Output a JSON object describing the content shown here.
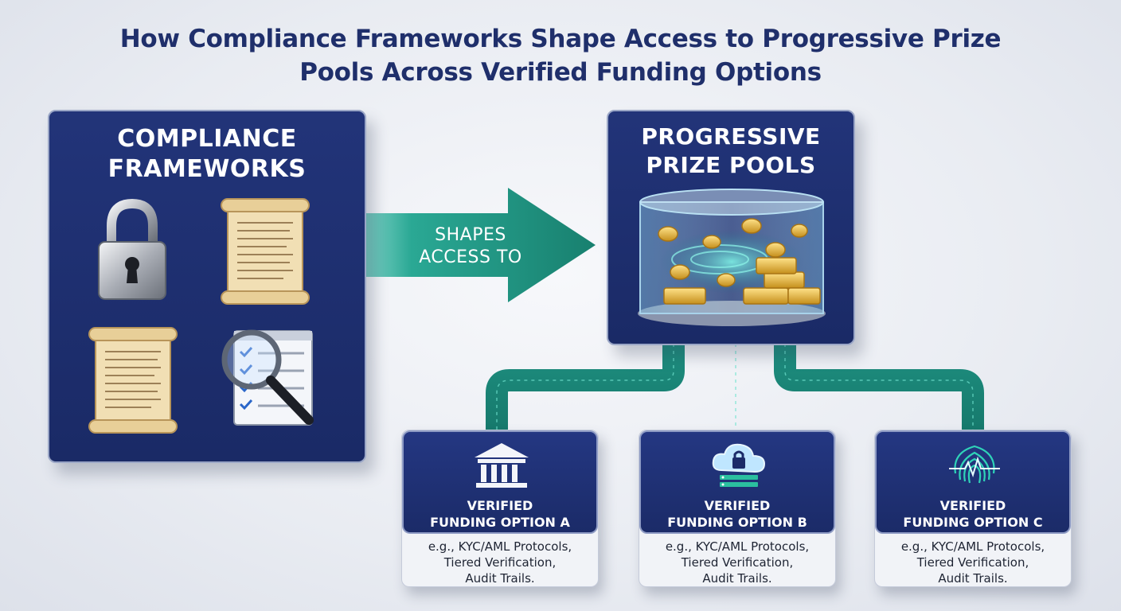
{
  "title_line1": "How Compliance Frameworks Shape Access to Progressive Prize",
  "title_line2": "Pools Across Verified Funding Options",
  "left_panel": {
    "line1": "COMPLIANCE",
    "line2": "FRAMEWORKS",
    "icons": [
      "padlock-icon",
      "scroll-icon",
      "scroll-icon",
      "magnifier-checklist-icon"
    ]
  },
  "arrow": {
    "line1": "SHAPES",
    "line2": "ACCESS TO"
  },
  "right_panel": {
    "line1": "PROGRESSIVE",
    "line2": "PRIZE POOLS",
    "icons": [
      "prize-pool-vault-icon"
    ]
  },
  "cards": [
    {
      "line1": "VERIFIED",
      "line2": "FUNDING OPTION A",
      "icon": "bank-icon",
      "desc1": "e.g., KYC/AML Protocols,",
      "desc2": "Tiered Verification,",
      "desc3": "Audit Trails."
    },
    {
      "line1": "VERIFIED",
      "line2": "FUNDING OPTION B",
      "icon": "cloud-lock-icon",
      "desc1": "e.g., KYC/AML Protocols,",
      "desc2": "Tiered Verification,",
      "desc3": "Audit Trails."
    },
    {
      "line1": "VERIFIED",
      "line2": "FUNDING OPTION C",
      "icon": "fingerprint-icon",
      "desc1": "e.g., KYC/AML Protocols,",
      "desc2": "Tiered Verification,",
      "desc3": "Audit Trails."
    }
  ],
  "colors": {
    "navy": "#1f2f6b",
    "panel": "#223479",
    "teal": "#1f8c7d",
    "gold": "#e8b93a"
  }
}
